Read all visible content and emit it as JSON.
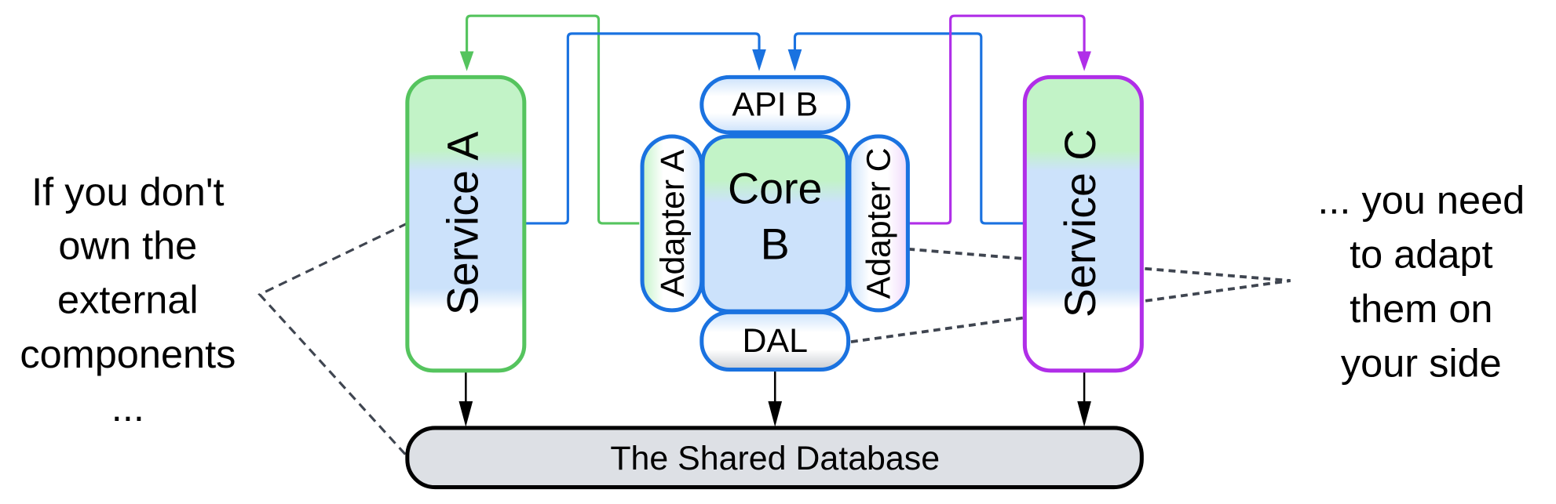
{
  "diagram": {
    "left_note": [
      "If you don't",
      "own the",
      "external",
      "components",
      "..."
    ],
    "right_note": [
      "... you need",
      "to adapt",
      "them on",
      "your side"
    ],
    "service_a": {
      "label": "Service A",
      "border_color": "#55c45e"
    },
    "service_c": {
      "label": "Service C",
      "border_color": "#b02ee8"
    },
    "core": {
      "label_line1": "Core",
      "label_line2": "B",
      "border_color": "#1a72e0"
    },
    "api": {
      "label": "API B"
    },
    "dal": {
      "label": "DAL"
    },
    "adapter_a": {
      "label": "Adapter A"
    },
    "adapter_c": {
      "label": "Adapter C"
    },
    "database": {
      "label": "The Shared Database",
      "fill_color": "#dde0e5"
    },
    "colors": {
      "green": "#55c45e",
      "blue": "#1a72e0",
      "purple": "#b02ee8",
      "green_fill": "#c2f3c7",
      "blue_fill": "#cce2fb",
      "dashed": "#3f4550"
    }
  }
}
